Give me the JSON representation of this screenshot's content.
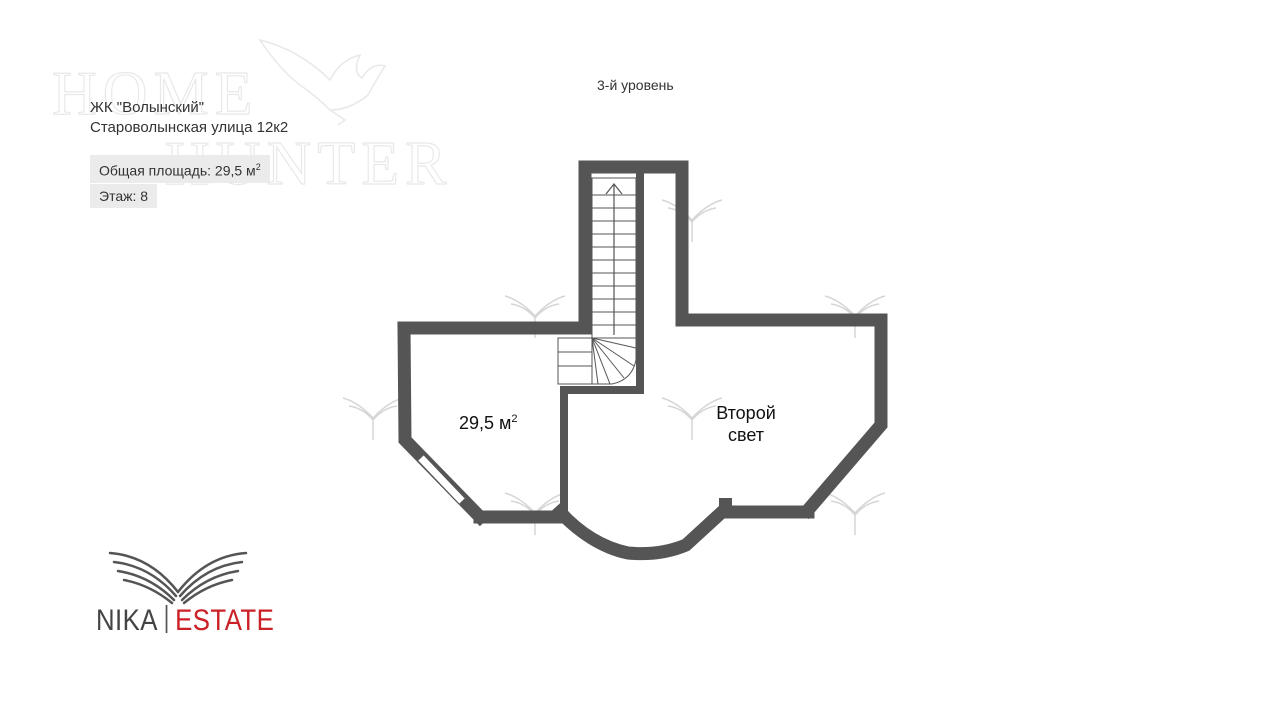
{
  "watermark": {
    "text": "HOME HUNTER",
    "icon": "eagle-icon"
  },
  "header": {
    "complex_name": "ЖК \"Волынский\"",
    "address": "Староволынская улица 12к2",
    "area_label": "Общая площадь: 29,5 м",
    "area_sup": "2",
    "floor_label": "Этаж: 8"
  },
  "level_title": "3-й уровень",
  "rooms": [
    {
      "area_value": "29,5 м",
      "area_sup": "2"
    },
    {
      "label": "Второй свет"
    }
  ],
  "brand": {
    "part1": "NIKA",
    "part2": "ESTATE",
    "logo_icon": "wings-icon"
  },
  "colors": {
    "wall": "#555555",
    "brand_red": "#cc2027",
    "brand_gray": "#444444",
    "chip_bg": "#ebebeb"
  }
}
